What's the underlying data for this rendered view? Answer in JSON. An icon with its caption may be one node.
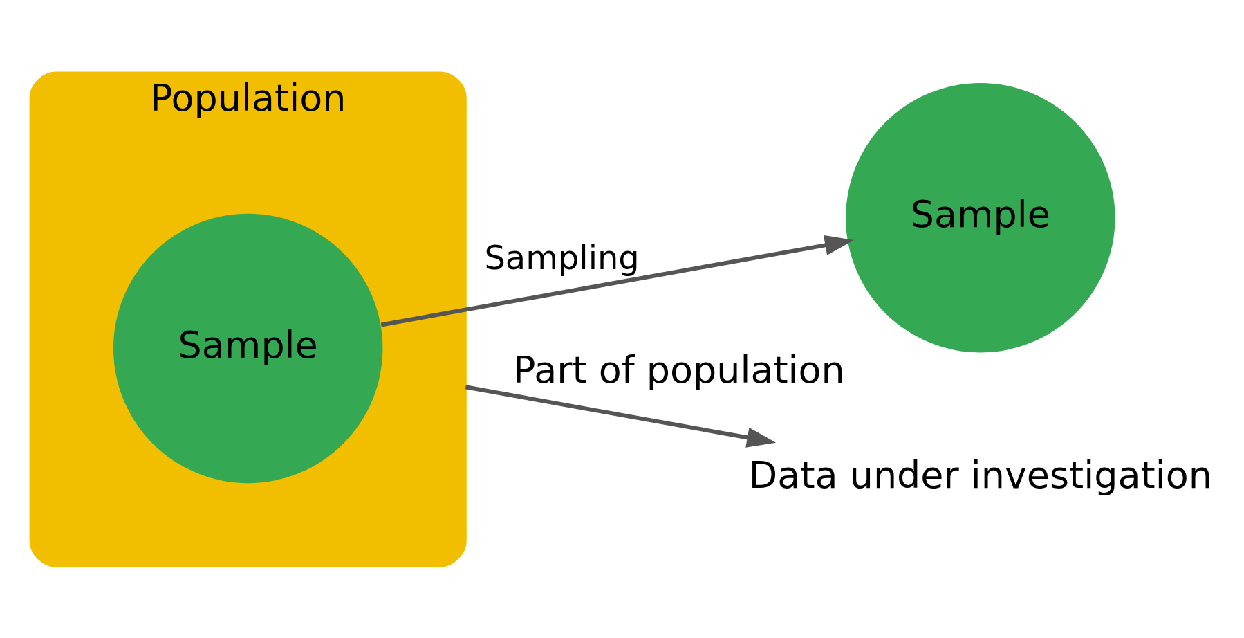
{
  "diagram": {
    "nodes": [
      {
        "text": [
          "Population"
        ]
      },
      {
        "text": [
          "Sample"
        ],
        "in": 0
      },
      {
        "text": [
          "Sample"
        ],
        "beside": [
          "Part of population"
        ]
      },
      {
        "text": [
          "Data under investigation"
        ]
      }
    ],
    "edges": [
      {
        "from": 1,
        "to": 2,
        "arrow": "to",
        "label": "Sampling"
      },
      {
        "from": 0,
        "to": 3,
        "arrow": "to"
      }
    ]
  }
}
